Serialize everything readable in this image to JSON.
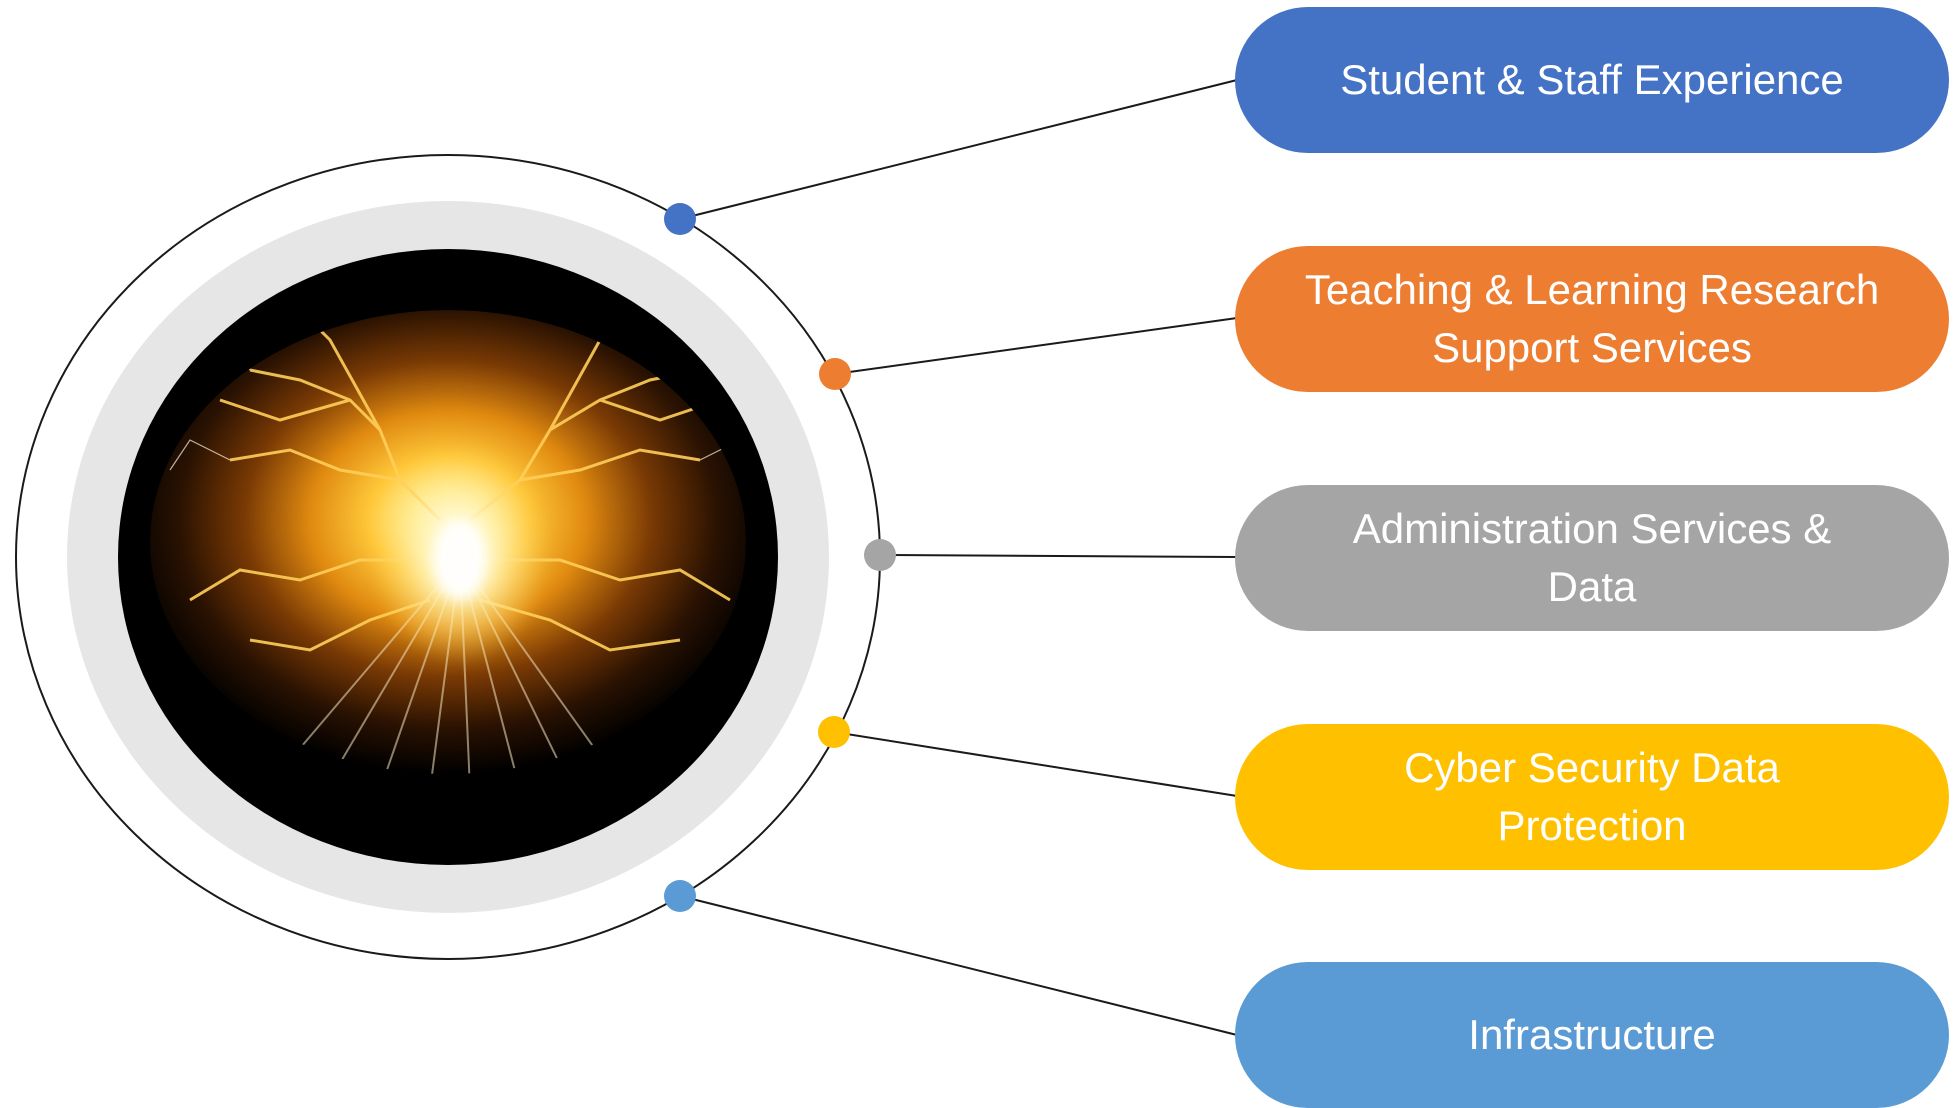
{
  "colors": {
    "blue": "#4472C4",
    "orange": "#ED7D31",
    "gray": "#A5A5A5",
    "gold": "#FFC000",
    "light_blue": "#5B9BD5",
    "ring_gray": "#E6E6E6",
    "core_black": "#000000",
    "connector": "#1a1a1a"
  },
  "center": {
    "image": "golden-energy-burst-with-lightning"
  },
  "items": [
    {
      "label": "Student & Staff Experience",
      "color": "#4472C4"
    },
    {
      "label": "Teaching & Learning Research\nSupport Services",
      "color": "#ED7D31"
    },
    {
      "label": "Administration Services &\nData",
      "color": "#A5A5A5"
    },
    {
      "label": "Cyber Security Data\nProtection",
      "color": "#FFC000"
    },
    {
      "label": "Infrastructure",
      "color": "#5B9BD5"
    }
  ]
}
